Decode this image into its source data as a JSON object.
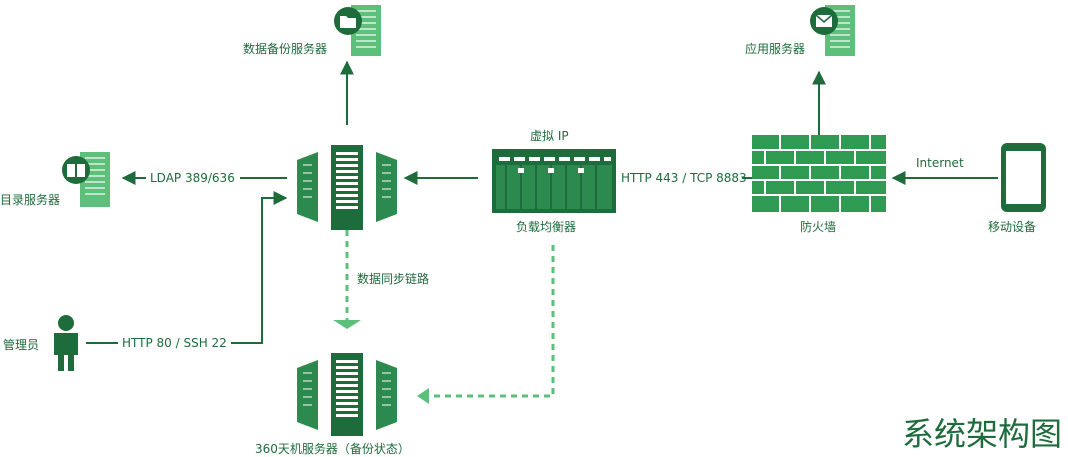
{
  "nodes": {
    "backup_server": "数据备份服务器",
    "app_server": "应用服务器",
    "directory_server": "目录服务器",
    "admin": "管理员",
    "load_balancer": "负载均衡器",
    "virtual_ip": "虚拟 IP",
    "firewall": "防火墙",
    "mobile_device": "移动设备",
    "standby_server": "360天机服务器（备份状态）"
  },
  "edges": {
    "ldap": "LDAP 389/636",
    "https": "HTTP 443 / TCP 8883",
    "internet": "Internet",
    "admin_link": "HTTP 80 / SSH 22",
    "sync": "数据同步链路"
  },
  "title": "系统架构图",
  "colors": {
    "dark": "#1e6b3c",
    "medium": "#2d8a4e",
    "light": "#5cbf7a",
    "brick": "#2e9a52"
  }
}
